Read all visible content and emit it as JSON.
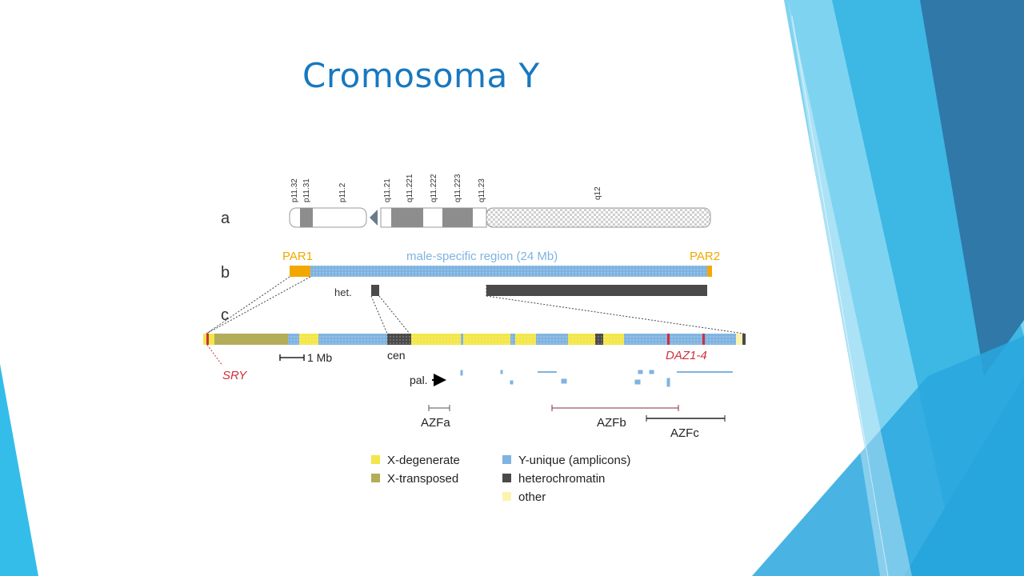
{
  "slide": {
    "title": "Cromosoma Y"
  },
  "colors": {
    "title": "#1878c0",
    "x_degenerate": "#f3e648",
    "x_transposed": "#b3ad5a",
    "y_unique": "#7fb3e0",
    "heterochromatin": "#4a4a4a",
    "other": "#fbf4b0",
    "par": "#f2a800",
    "daz": "#d0303a"
  },
  "diagram": {
    "bands": [
      "p11.32",
      "p11.31",
      "p11.2",
      "q11.21",
      "q11.221",
      "q11.222",
      "q11.223",
      "q11.23",
      "q12"
    ],
    "row_labels": [
      "a",
      "b",
      "c"
    ],
    "par1": "PAR1",
    "par2": "PAR2",
    "msy_label": "male-specific region (24 Mb)",
    "het": "het.",
    "cen": "cen",
    "scale": "1 Mb",
    "sry": "SRY",
    "daz": "DAZ1-4",
    "pal": "pal.",
    "azfa": "AZFa",
    "azfb": "AZFb",
    "azfc": "AZFc"
  },
  "legend": [
    {
      "label": "X-degenerate",
      "color": "#f3e648"
    },
    {
      "label": "X-transposed",
      "color": "#b3ad5a"
    },
    {
      "label": "Y-unique (amplicons)",
      "color": "#7fb3e0"
    },
    {
      "label": "heterochromatin",
      "color": "#4a4a4a"
    },
    {
      "label": "other",
      "color": "#fbf4b0"
    }
  ]
}
